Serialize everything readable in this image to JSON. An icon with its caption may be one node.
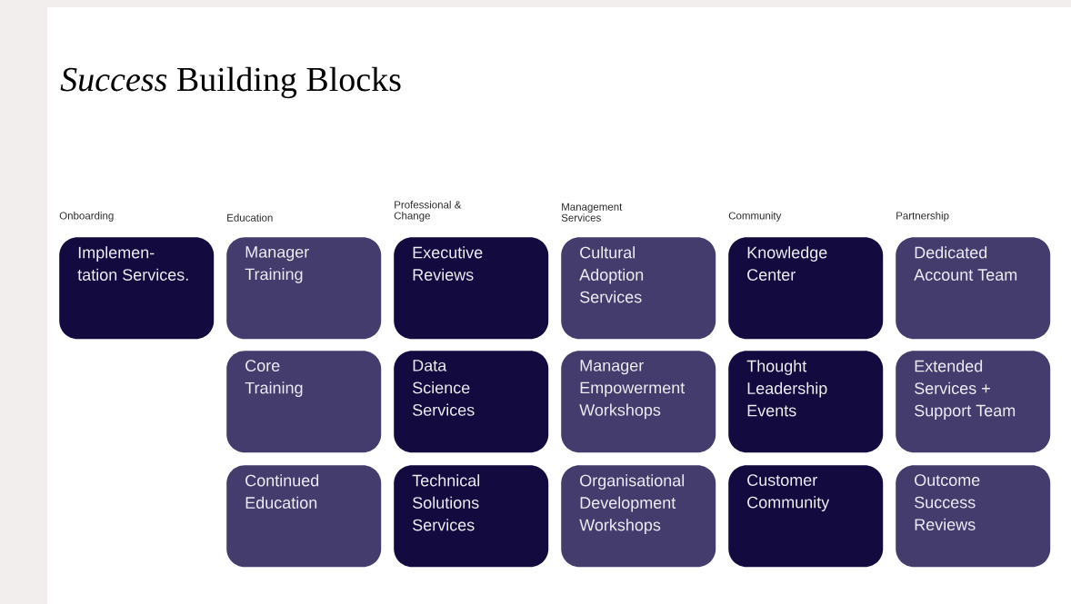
{
  "diagram": {
    "title": "*Success* Building Blocks",
    "nodes": [
      {
        "text": [
          "Implemen- tation Services."
        ]
      },
      {
        "text": [
          "Manager Training"
        ]
      },
      {
        "text": [
          "Executive Reviews"
        ]
      },
      {
        "text": [
          "Cultural Adoption Services"
        ]
      },
      {
        "text": [
          "Knowledge Center"
        ]
      },
      {
        "text": [
          "Dedicated Account Team"
        ]
      },
      {
        "text": [
          "Core Training"
        ]
      },
      {
        "text": [
          "Data Science Services"
        ]
      },
      {
        "text": [
          "Manager Empowerment Workshops"
        ]
      },
      {
        "text": [
          "Thought Leadership Events"
        ]
      },
      {
        "text": [
          "Extended Services + Support Team"
        ]
      },
      {
        "text": [
          "Continued Education"
        ]
      },
      {
        "text": [
          "Technical Solutions Services"
        ]
      },
      {
        "text": [
          "Organisational Development Workshops"
        ]
      },
      {
        "text": [
          "Customer Community"
        ]
      },
      {
        "text": [
          "Outcome Success Reviews"
        ]
      }
    ],
    "labels": [
      "Onboarding",
      "Education",
      "Professional & Change",
      "Management Services",
      "Community",
      "Partnership"
    ]
  }
}
